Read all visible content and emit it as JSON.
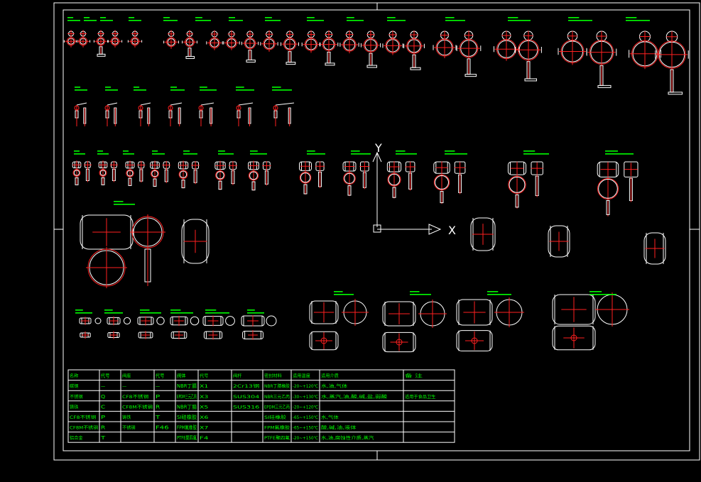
{
  "ucs": {
    "x_label": "X",
    "y_label": "Y"
  },
  "colors": {
    "frame": "#ffffff",
    "parts": "#ffffff",
    "centerlines": "#ff2020",
    "text": "#00ff00",
    "background": "#000000"
  },
  "table": {
    "rows": [
      [
        "名称",
        "代号",
        "阀座",
        "代号",
        "阀体",
        "代号",
        "阀杆",
        "密封材料",
        "适用温度",
        "适用介质",
        "备  注"
      ],
      [
        "碳钢",
        "—",
        "—",
        "—",
        "NBR丁腈",
        "X1",
        "2Cr13钢",
        "NBR丁腈橡胶",
        "-20~+120℃",
        "水,油,气体",
        ""
      ],
      [
        "不锈钢",
        "Q",
        "CF8不锈钢",
        "P",
        "EPDM三元乙丙",
        "X3",
        "SUS304",
        "NBR三元乙丙",
        "-30~+130℃",
        "水,蒸汽,油,酸,碱,盐,弱酸",
        "适用于食品卫生"
      ],
      [
        "铸铁",
        "C",
        "CF8M不锈钢",
        "R",
        "NBR丁腈",
        "X5",
        "SUS316",
        "EPDM三元乙丙",
        "-20~+120℃",
        "",
        ""
      ],
      [
        "CF8不锈钢",
        "P",
        "铸铁",
        "T",
        "SI硅橡胶",
        "X6",
        "",
        "SI硅橡胶",
        "-65~+150℃",
        "水,气体",
        ""
      ],
      [
        "CF8M不锈钢",
        "R",
        "不锈钢",
        "F46",
        "FPM氟橡胶",
        "X7",
        "",
        "FPM氟橡胶",
        "-65~+150℃",
        "酸,碱,油,液体",
        ""
      ],
      [
        "铝合金",
        "T",
        "",
        "",
        "PTFE聚四氟",
        "F4",
        "",
        "PTFE聚四氟",
        "-20~+150℃",
        "水,油,腐蚀性介质,蒸汽",
        ""
      ]
    ]
  }
}
